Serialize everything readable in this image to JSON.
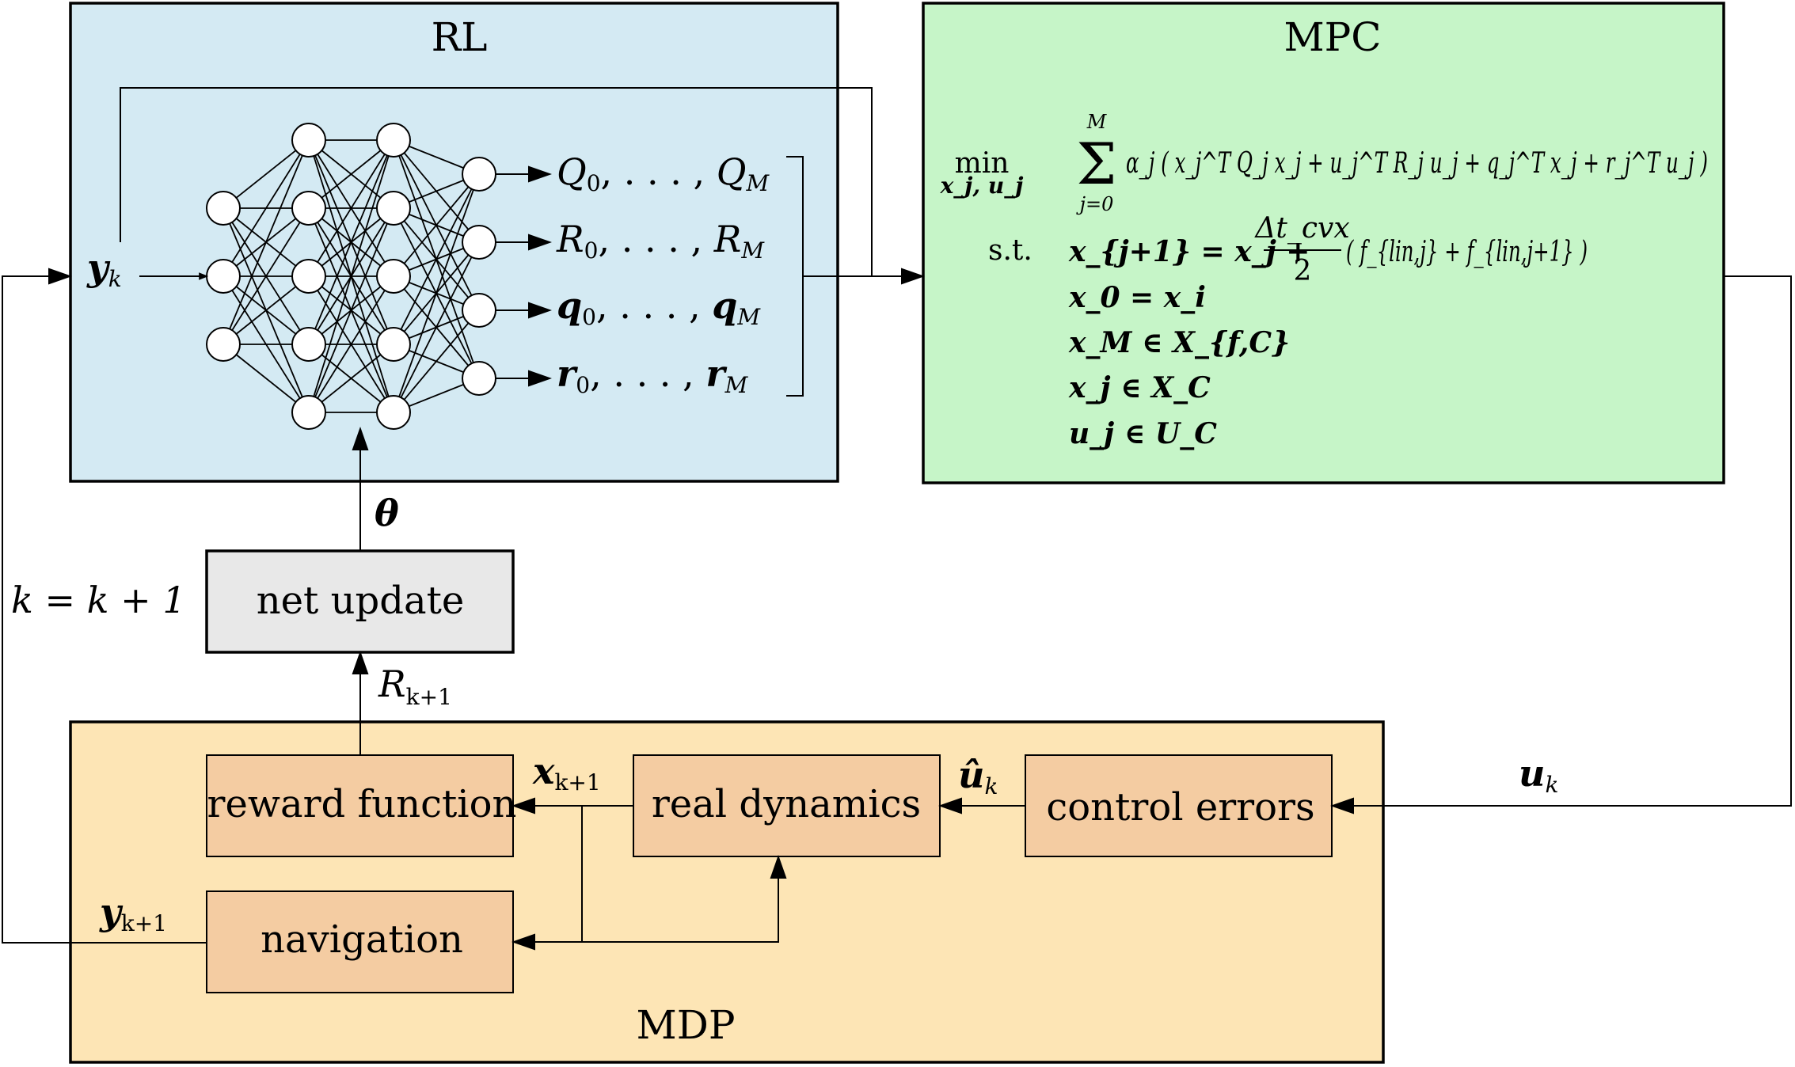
{
  "blocks": {
    "rl": {
      "title": "RL"
    },
    "mpc": {
      "title": "MPC"
    },
    "mdp": {
      "title": "MDP"
    },
    "net_update": {
      "label": "net update"
    },
    "reward_function": {
      "label": "reward function"
    },
    "real_dynamics": {
      "label": "real dynamics"
    },
    "control_errors": {
      "label": "control errors"
    },
    "navigation": {
      "label": "navigation"
    }
  },
  "network": {
    "input": "y",
    "input_sub": "k",
    "outputs": [
      {
        "base": "Q",
        "sep": "0, . . . , ",
        "last": "Q",
        "sub_last": "M",
        "bold": false
      },
      {
        "base": "R",
        "sep": "0, . . . , ",
        "last": "R",
        "sub_last": "M",
        "bold": false
      },
      {
        "base": "q",
        "sep": "0, . . . , ",
        "last": "q",
        "sub_last": "M",
        "bold": true
      },
      {
        "base": "r",
        "sep": "0, . . . , ",
        "last": "r",
        "sub_last": "M",
        "bold": true
      }
    ]
  },
  "signals": {
    "theta": "θ",
    "loop_counter": "k = k + 1",
    "reward": "R",
    "reward_sub": "k+1",
    "x_next": "x",
    "x_next_sub": "k+1",
    "u_hat": "û",
    "u_hat_sub": "k",
    "u": "u",
    "u_sub": "k",
    "y_next": "y",
    "y_next_sub": "k+1"
  },
  "mpc_problem": {
    "min": "min",
    "min_vars": "x_j, u_j",
    "sum_upper": "M",
    "sum_lower": "j=0",
    "sum": "Σ",
    "objective": "α_j ( x_j^T Q_j x_j + u_j^T R_j u_j + q_j^T x_j + r_j^T u_j )",
    "st": "s.t.",
    "c1_left": "x_{j+1} = x_j +",
    "c1_num": "Δt_cvx",
    "c1_den": "2",
    "c1_right": "( f_{lin,j} + f_{lin,j+1} )",
    "c2": "x_0 = x_i",
    "c3": "x_M ∈ X_{f,C}",
    "c4": "x_j ∈ X_C",
    "c5": "u_j ∈ U_C"
  },
  "colors": {
    "rl_fill": "#d4eaf3",
    "mpc_fill": "#c6f5c8",
    "mdp_fill": "#fde5b5",
    "inner_block_fill": "#f4cca2",
    "net_update_fill": "#e8e8e8",
    "stroke": "#000000"
  }
}
